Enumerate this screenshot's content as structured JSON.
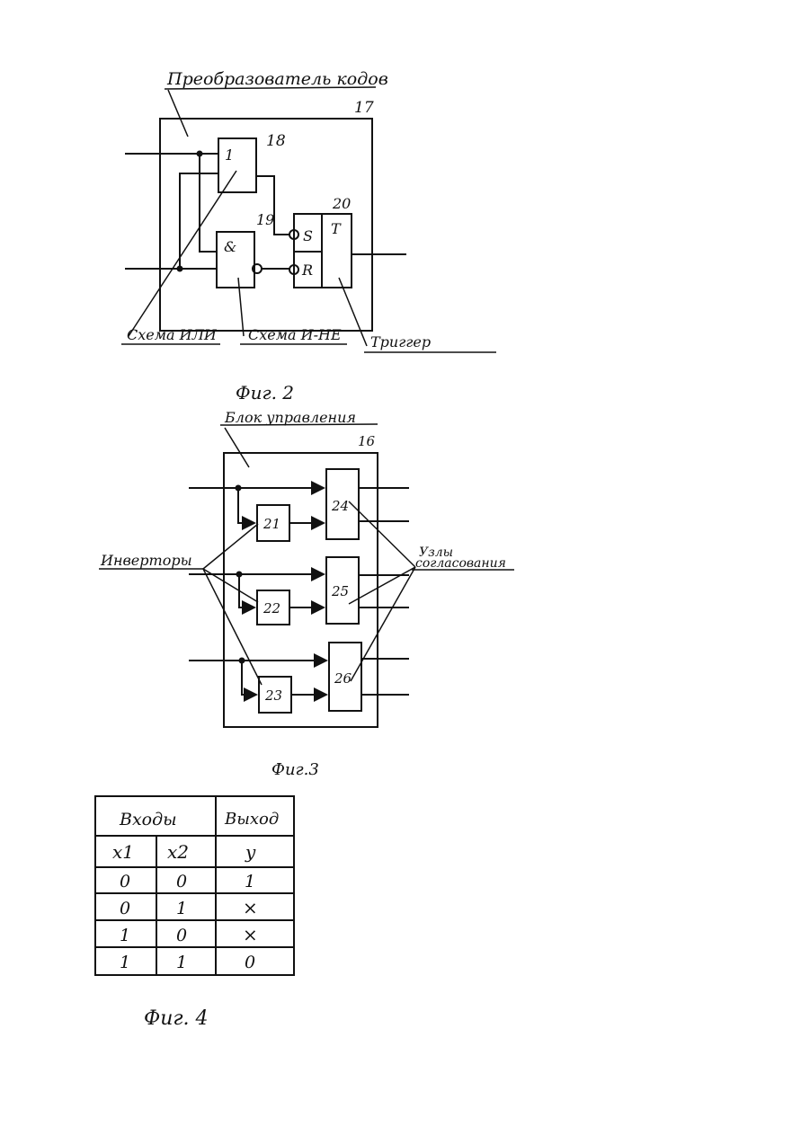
{
  "fig2": {
    "title": "Преобразователь кодов",
    "block_number": "17",
    "or_gate": {
      "symbol": "1",
      "number": "18"
    },
    "nand_gate": {
      "symbol": "&",
      "number": "19"
    },
    "trigger": {
      "number": "20",
      "s": "S",
      "r": "R",
      "t": "T"
    },
    "labels": {
      "or": "Схема ИЛИ",
      "nand": "Схема И-НЕ",
      "trigger": "Триггер"
    },
    "caption": "Фиг. 2"
  },
  "fig3": {
    "title": "Блок управления",
    "block_number": "16",
    "inverters": [
      "21",
      "22",
      "23"
    ],
    "nodes": [
      "24",
      "25",
      "26"
    ],
    "label_inverters": "Инверторы",
    "label_nodes_1": "Узлы",
    "label_nodes_2": "согласования",
    "caption": "Фиг.3"
  },
  "fig4": {
    "header_inputs": "Входы",
    "header_output": "Выход",
    "col_x1": "x1",
    "col_x2": "x2",
    "col_y": "y",
    "rows": [
      [
        "0",
        "0",
        "1"
      ],
      [
        "0",
        "1",
        "×"
      ],
      [
        "1",
        "0",
        "×"
      ],
      [
        "1",
        "1",
        "0"
      ]
    ],
    "caption": "Фиг. 4"
  }
}
